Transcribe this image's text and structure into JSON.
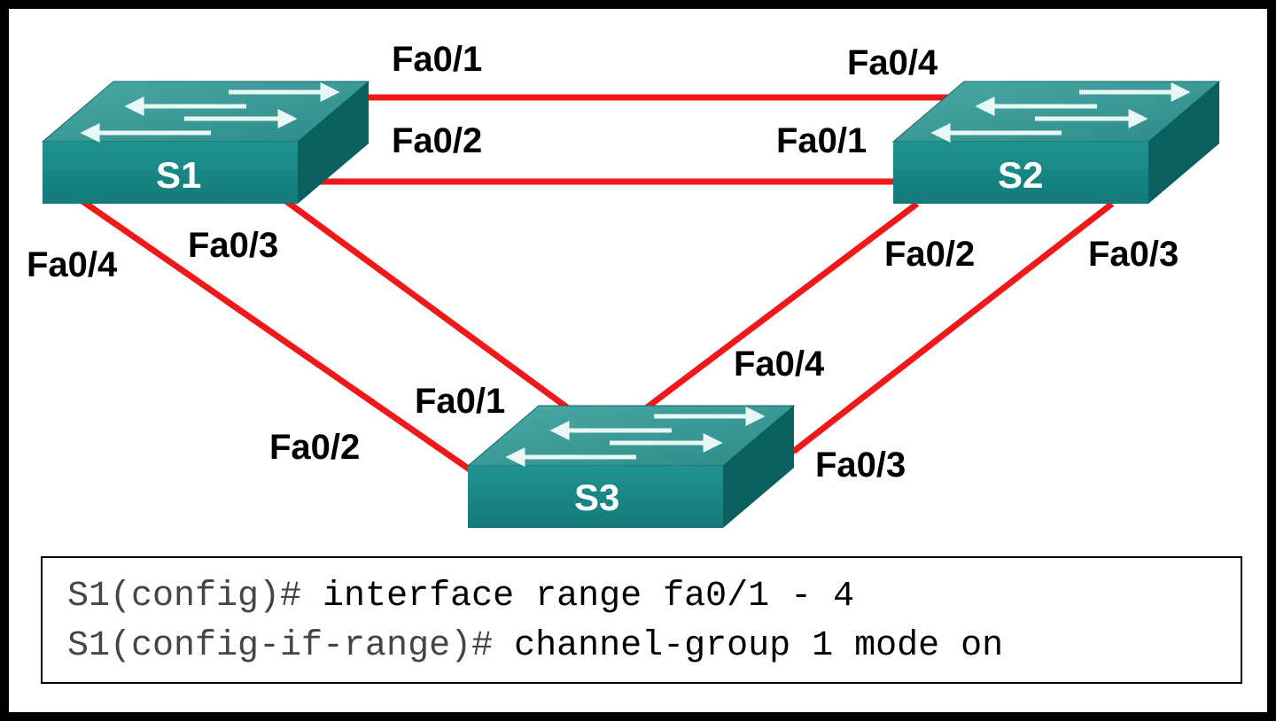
{
  "switches": [
    {
      "id": "s1",
      "label": "S1"
    },
    {
      "id": "s2",
      "label": "S2"
    },
    {
      "id": "s3",
      "label": "S3"
    }
  ],
  "links": [
    {
      "a": "S1",
      "a_port": "Fa0/1",
      "b": "S2",
      "b_port": "Fa0/4"
    },
    {
      "a": "S1",
      "a_port": "Fa0/2",
      "b": "S2",
      "b_port": "Fa0/1"
    },
    {
      "a": "S1",
      "a_port": "Fa0/3",
      "b": "S3",
      "b_port": "Fa0/1"
    },
    {
      "a": "S1",
      "a_port": "Fa0/4",
      "b": "S3",
      "b_port": "Fa0/2"
    },
    {
      "a": "S2",
      "a_port": "Fa0/2",
      "b": "S3",
      "b_port": "Fa0/4"
    },
    {
      "a": "S2",
      "a_port": "Fa0/3",
      "b": "S3",
      "b_port": "Fa0/3"
    }
  ],
  "cli": {
    "line1_prompt": "S1(config)#",
    "line1_cmd": " interface range fa0/1 - 4",
    "line2_prompt": "S1(config-if-range)#",
    "line2_cmd": " channel-group 1 mode on"
  },
  "colors": {
    "link": "#f01818",
    "switch_top": "#3a9a96",
    "switch_front": "#178583",
    "switch_side": "#0b5f5e",
    "background": "#ffffff",
    "border": "#000000"
  }
}
